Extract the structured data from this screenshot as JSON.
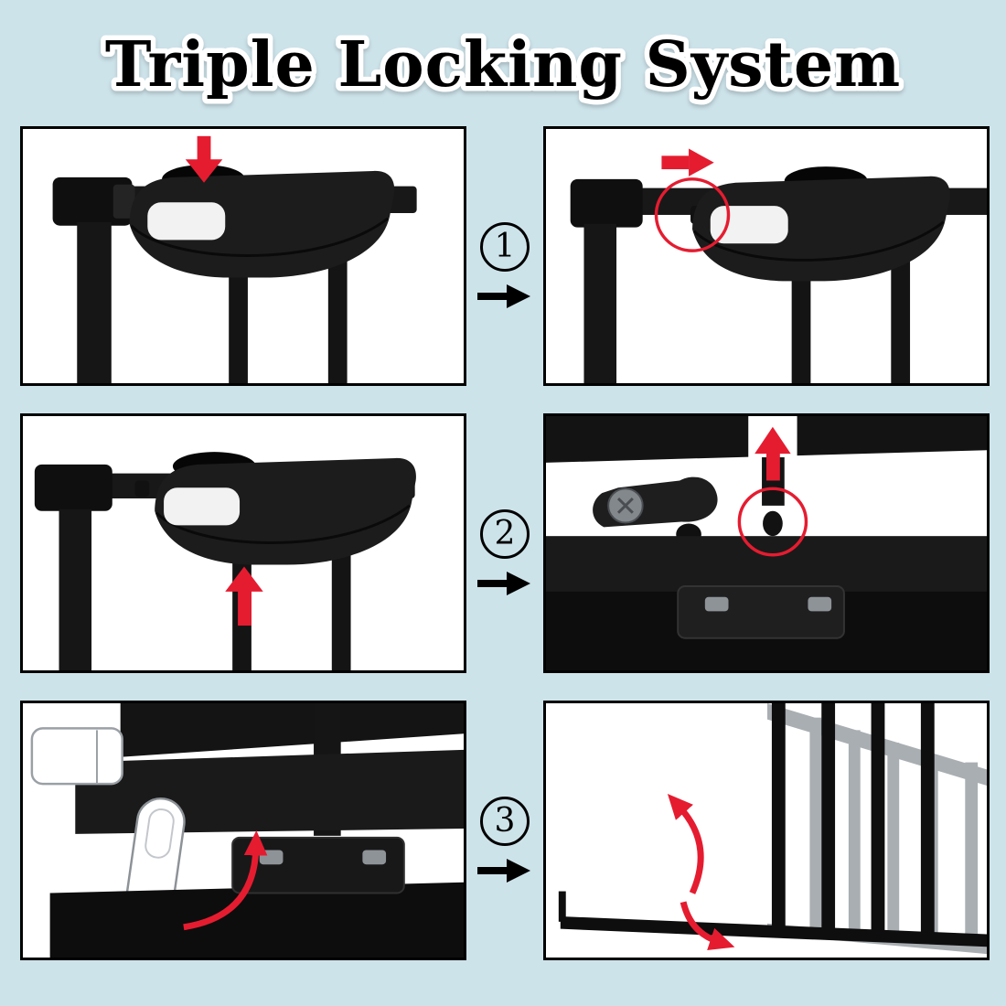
{
  "page": {
    "title": "Triple Locking System",
    "background_color": "#cde3ea"
  },
  "steps": [
    {
      "number": "1",
      "marker": "circled-number",
      "connector_icon": "right-arrow",
      "left_panel_icons": [
        "down-arrow"
      ],
      "right_panel_icons": [
        "right-arrow",
        "highlight-circle"
      ]
    },
    {
      "number": "2",
      "marker": "circled-number",
      "connector_icon": "right-arrow",
      "left_panel_icons": [
        "up-arrow"
      ],
      "right_panel_icons": [
        "up-arrow",
        "highlight-circle"
      ]
    },
    {
      "number": "3",
      "marker": "circled-number",
      "connector_icon": "right-arrow",
      "left_panel_icons": [
        "curved-swing-arrow"
      ],
      "right_panel_icons": [
        "curved-swing-arrow-up",
        "curved-swing-arrow-down"
      ]
    }
  ],
  "colors": {
    "accent_red": "#e51c30",
    "panel_border": "#000000",
    "panel_background": "#ffffff",
    "hardware_dark": "#161616",
    "hardware_gray": "#a9aeb2",
    "arrow_black": "#000000"
  }
}
